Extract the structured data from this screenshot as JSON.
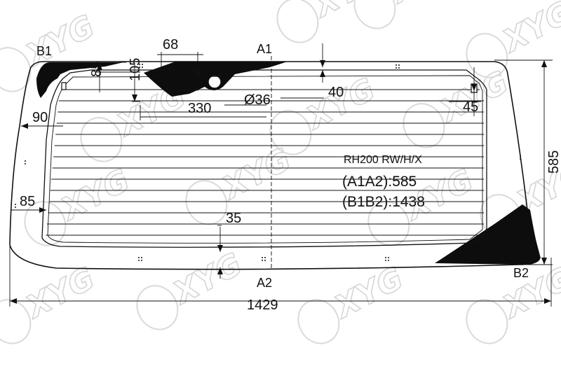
{
  "watermark": {
    "brand": "XYG"
  },
  "points": {
    "a1": "A1",
    "a2": "A2",
    "b1": "B1",
    "b2": "B2"
  },
  "dimensions": {
    "d68": "68",
    "d85_top": "85",
    "d105": "105",
    "d330": "330",
    "d36": "Ø36",
    "d40": "40",
    "d45": "45",
    "d90": "90",
    "d85_side": "85",
    "d35": "35",
    "d585": "585",
    "d1429": "1429"
  },
  "spec": {
    "model": "RH200 RW/H/X",
    "a1a2": "(A1A2):585",
    "b1b2": "(B1B2):1438"
  },
  "colors": {
    "line": "#111111",
    "frit": "#0d0d0d",
    "watermark": "#d6d6d6"
  }
}
